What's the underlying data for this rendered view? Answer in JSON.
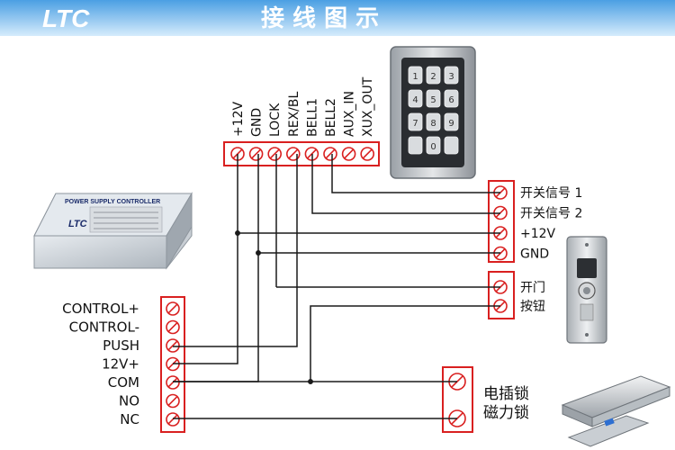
{
  "header": {
    "logo": "LTC",
    "title": "接 线 图 示",
    "colors": {
      "band_top": "#5aa9e8",
      "band_bottom": "#cfe8fb",
      "red": "#d92020"
    }
  },
  "keypad": {
    "terminals": [
      "+12V",
      "GND",
      "LOCK",
      "REX/BL",
      "BELL1",
      "BELL2",
      "AUX_IN",
      "XUX_OUT"
    ],
    "keys": [
      "1",
      "2",
      "3",
      "4",
      "5",
      "6",
      "7",
      "8",
      "9",
      "",
      "0",
      ""
    ]
  },
  "power_supply": {
    "label": "POWER SUPPLY CONTROLLER",
    "logo": "LTC",
    "terminals": [
      "CONTROL+",
      "CONTROL-",
      "PUSH",
      "12V+",
      "COM",
      "NO",
      "NC"
    ]
  },
  "right_terminals": {
    "signal": [
      "开关信号 1",
      "开关信号 2",
      "+12V",
      "GND"
    ],
    "button": [
      "开门",
      "按钮"
    ],
    "lock": [
      "电插锁",
      "磁力锁"
    ]
  }
}
